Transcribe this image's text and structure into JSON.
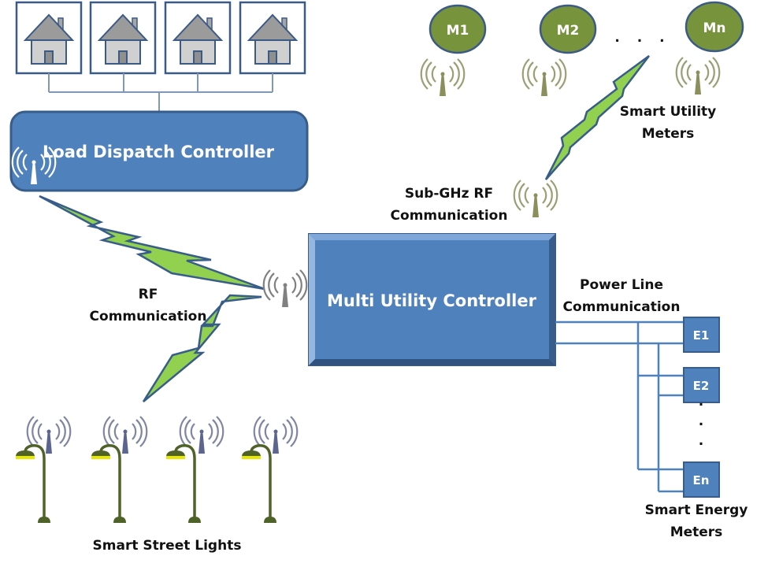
{
  "title": "Smart Utility Network Architecture",
  "colors": {
    "blue_fill": "#4f81bd",
    "blue_stroke": "#385d8a",
    "green_bolt": "#92d050",
    "olive": "#77933c",
    "olive_dark": "#4f6228",
    "antenna_grey": "#7f7f7f",
    "antenna_bluegrey": "#6b7aa1",
    "house_roof": "#a6a6a6",
    "house_wall": "#d9d9d9",
    "lamp_yellow": "#ffff00"
  },
  "nodes": {
    "load_dispatch": {
      "label": "Load Dispatch Controller"
    },
    "multi_utility": {
      "label": "Multi Utility Controller"
    },
    "houses": [
      {
        "name": "house-1",
        "icon": "house-icon"
      },
      {
        "name": "house-2",
        "icon": "house-icon"
      },
      {
        "name": "house-3",
        "icon": "house-icon"
      },
      {
        "name": "house-4",
        "icon": "house-icon"
      }
    ],
    "utility_meters": [
      {
        "label": "M1"
      },
      {
        "label": "M2"
      },
      {
        "label": "Mn"
      }
    ],
    "utility_meter_ellipsis": ". . .",
    "energy_meters": [
      {
        "label": "E1"
      },
      {
        "label": "E2"
      },
      {
        "label": "En"
      }
    ],
    "energy_meter_ellipsis": ".",
    "street_lights": [
      {
        "name": "street-light-1",
        "icon": "street-light-icon"
      },
      {
        "name": "street-light-2",
        "icon": "street-light-icon"
      },
      {
        "name": "street-light-3",
        "icon": "street-light-icon"
      },
      {
        "name": "street-light-4",
        "icon": "street-light-icon"
      }
    ]
  },
  "labels": {
    "rf_line1": "RF",
    "rf_line2": "Communication",
    "subghz_line1": "Sub-GHz RF",
    "subghz_line2": "Communication",
    "plc_line1": "Power Line",
    "plc_line2": "Communication",
    "smart_utility_line1": "Smart Utility",
    "smart_utility_line2": "Meters",
    "smart_energy_line1": "Smart Energy",
    "smart_energy_line2": "Meters",
    "street_lights": "Smart Street Lights"
  }
}
